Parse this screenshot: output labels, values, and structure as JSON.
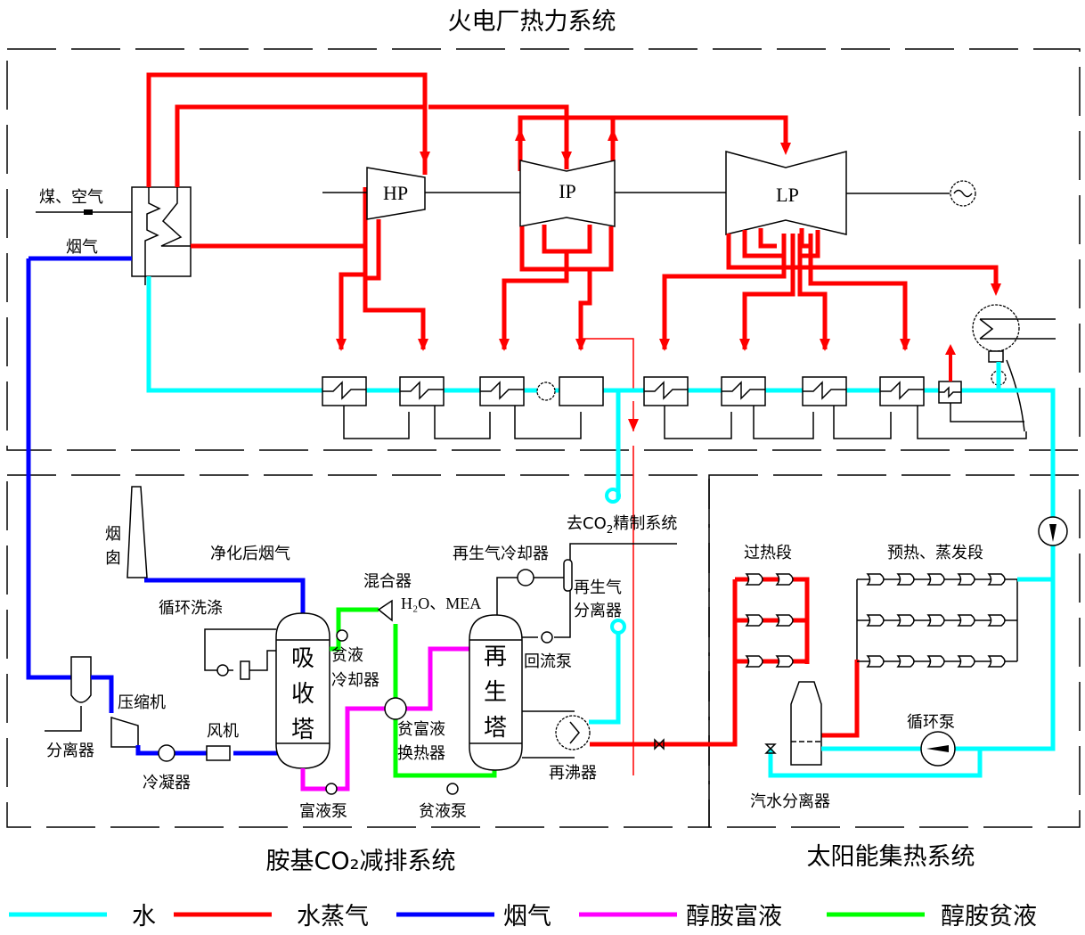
{
  "titles": {
    "thermal_system": "火电厂热力系统",
    "co2_system": "胺基CO₂减排系统",
    "solar_system": "太阳能集热系统"
  },
  "colors": {
    "water": "#00ffff",
    "steam": "#ff0000",
    "flue_gas": "#0000ff",
    "rich_amine": "#ff00ff",
    "lean_amine": "#00ff00"
  },
  "thermal": {
    "boiler_input": "煤、空气",
    "flue_gas_out": "烟气",
    "turbines": [
      "HP",
      "IP",
      "LP"
    ],
    "generator_icon": "generator-icon"
  },
  "co2": {
    "chimney": [
      "烟",
      "囱"
    ],
    "clean_flue_gas": "净化后烟气",
    "circulating_wash": "循环洗涤",
    "separator": "分离器",
    "compressor": "压缩机",
    "condenser": "冷凝器",
    "fan": "风机",
    "absorber": [
      "吸",
      "收",
      "塔"
    ],
    "rich_pump": "富液泵",
    "lean_cooler": [
      "贫液",
      "冷却器"
    ],
    "mixer": "混合器",
    "makeup": "H₂O、MEA",
    "lean_rich_hx": [
      "贫富液",
      "换热器"
    ],
    "lean_pump": "贫液泵",
    "regenerator": [
      "再",
      "生",
      "塔"
    ],
    "regen_gas_cooler": "再生气冷却器",
    "regen_gas_separator": [
      "再生气",
      "分离器"
    ],
    "reflux_pump": "回流泵",
    "reboiler": "再沸器",
    "to_co2_refining_prefix": "去CO",
    "to_co2_refining_sub": "2",
    "to_co2_refining_suffix": "精制系统"
  },
  "solar": {
    "superheat_section": "过热段",
    "preheat_evap_section": "预热、蒸发段",
    "circulation_pump": "循环泵",
    "steam_water_separator": "汽水分离器"
  },
  "legend": [
    {
      "label": "水",
      "color": "#00ffff"
    },
    {
      "label": "水蒸气",
      "color": "#ff0000"
    },
    {
      "label": "烟气",
      "color": "#0000ff"
    },
    {
      "label": "醇胺富液",
      "color": "#ff00ff"
    },
    {
      "label": "醇胺贫液",
      "color": "#00ff00"
    }
  ]
}
